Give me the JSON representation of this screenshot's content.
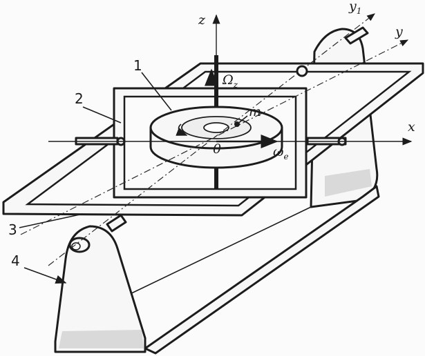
{
  "labels": {
    "z": "z",
    "x": "x",
    "y": "y",
    "y1": "y",
    "y1_sub": "1",
    "omega_z": "Ω",
    "omega_z_sub": "z",
    "omega_e": "ω",
    "omega_e_sub": "e",
    "mass": "m",
    "origin": "0",
    "part_1": "1",
    "part_2": "2",
    "part_3": "3",
    "part_4": "4"
  }
}
